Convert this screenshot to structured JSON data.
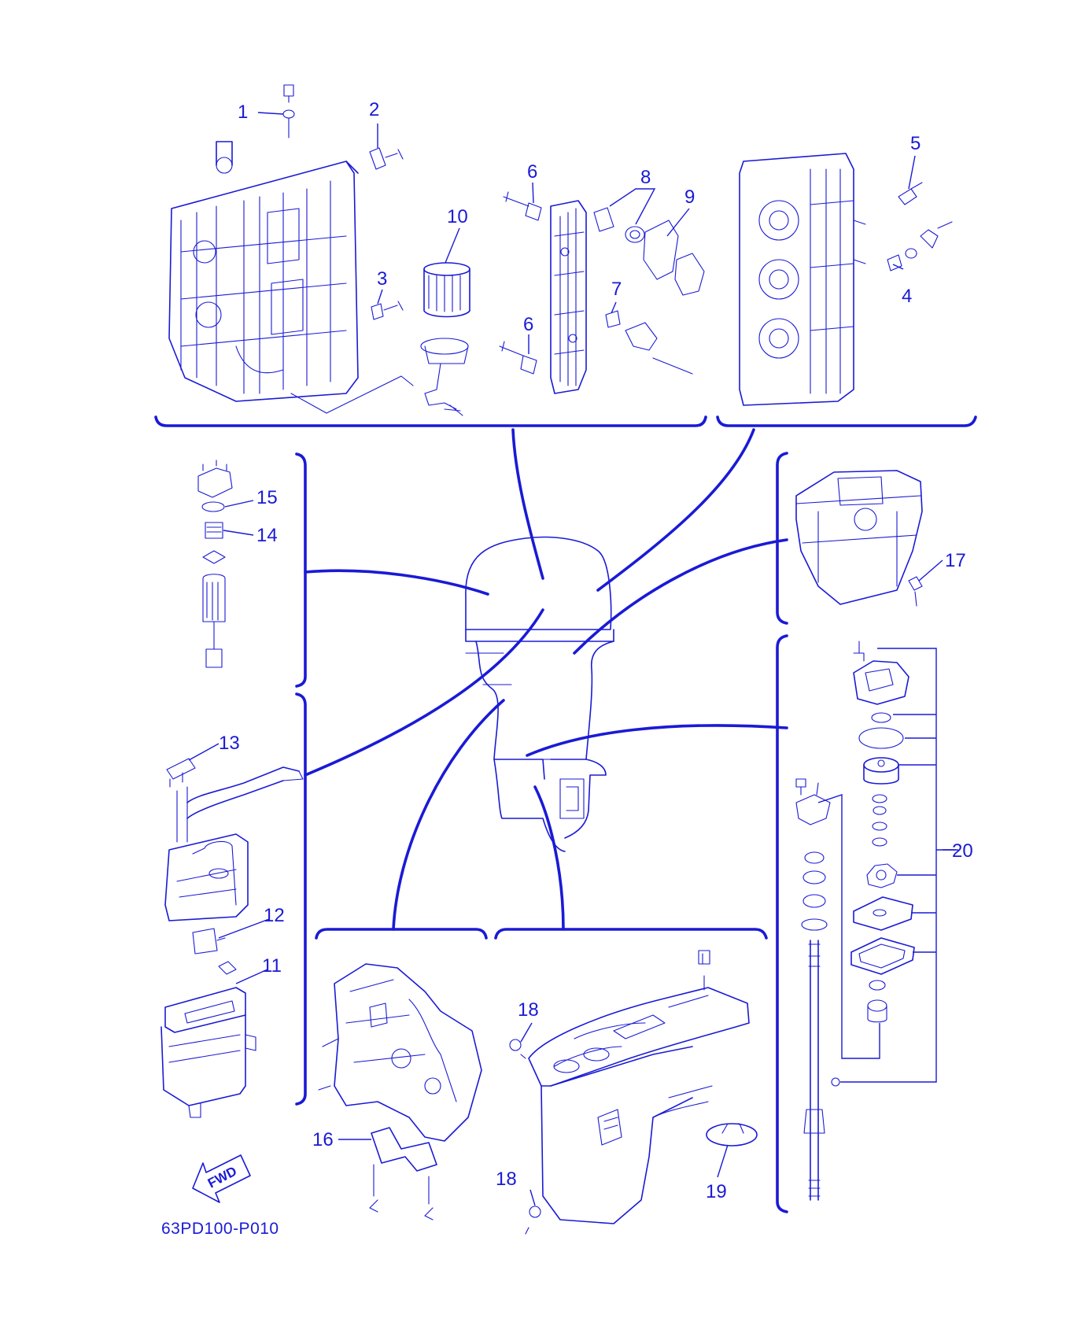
{
  "diagram_code": "63PD100-P010",
  "fwd_label": "FWD",
  "colors": {
    "ink": "#1a1ad6",
    "background": "#ffffff"
  },
  "callouts": [
    "1",
    "2",
    "3",
    "4",
    "5",
    "6",
    "6",
    "7",
    "8",
    "9",
    "10",
    "11",
    "12",
    "13",
    "14",
    "15",
    "16",
    "17",
    "18",
    "18",
    "19",
    "20"
  ]
}
